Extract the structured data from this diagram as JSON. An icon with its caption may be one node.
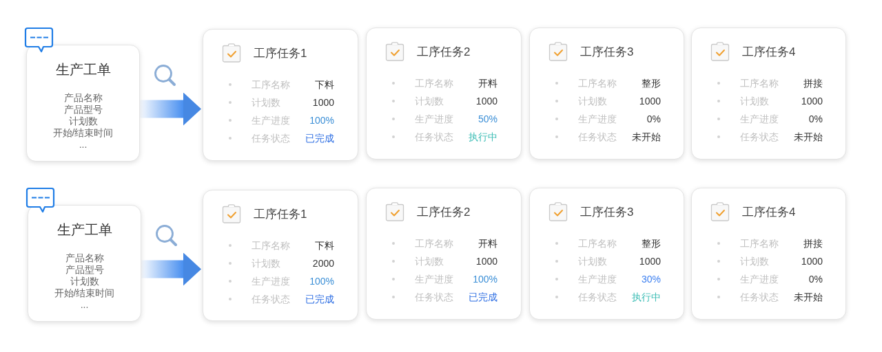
{
  "diagram": {
    "nodes": [
      {
        "text": [
          "生产工单",
          "产品名称",
          "产品型号",
          "计划数",
          "开始/结束时间",
          "..."
        ]
      },
      {
        "text": [
          "工序任务1",
          "工序名称",
          "下料",
          "计划数",
          "1000",
          "生产进度",
          "100%",
          "任务状态",
          "已完成"
        ]
      },
      {
        "text": [
          "工序任务2",
          "工序名称",
          "开料",
          "计划数",
          "1000",
          "生产进度",
          "50%",
          "任务状态",
          "执行中"
        ]
      },
      {
        "text": [
          "工序任务3",
          "工序名称",
          "整形",
          "计划数",
          "1000",
          "生产进度",
          "0%",
          "任务状态",
          "未开始"
        ]
      },
      {
        "text": [
          "工序任务4",
          "工序名称",
          "拼接",
          "计划数",
          "1000",
          "生产进度",
          "0%",
          "任务状态",
          "未开始"
        ]
      },
      {
        "text": [
          "生产工单",
          "产品名称",
          "产品型号",
          "计划数",
          "开始/结束时间",
          "..."
        ]
      },
      {
        "text": [
          "工序任务1",
          "工序名称",
          "下料",
          "计划数",
          "2000",
          "生产进度",
          "100%",
          "任务状态",
          "已完成"
        ]
      },
      {
        "text": [
          "工序任务2",
          "工序名称",
          "开料",
          "计划数",
          "1000",
          "生产进度",
          "100%",
          "任务状态",
          "已完成"
        ]
      },
      {
        "text": [
          "工序任务3",
          "工序名称",
          "整形",
          "计划数",
          "1000",
          "生产进度",
          "30%",
          "任务状态",
          "执行中"
        ]
      },
      {
        "text": [
          "工序任务4",
          "工序名称",
          "拼接",
          "计划数",
          "1000",
          "生产进度",
          "0%",
          "任务状态",
          "未开始"
        ]
      }
    ],
    "edges": [
      {
        "from": 0,
        "to": 1,
        "arrow": "to"
      },
      {
        "from": 5,
        "to": 6,
        "arrow": "to"
      }
    ]
  }
}
